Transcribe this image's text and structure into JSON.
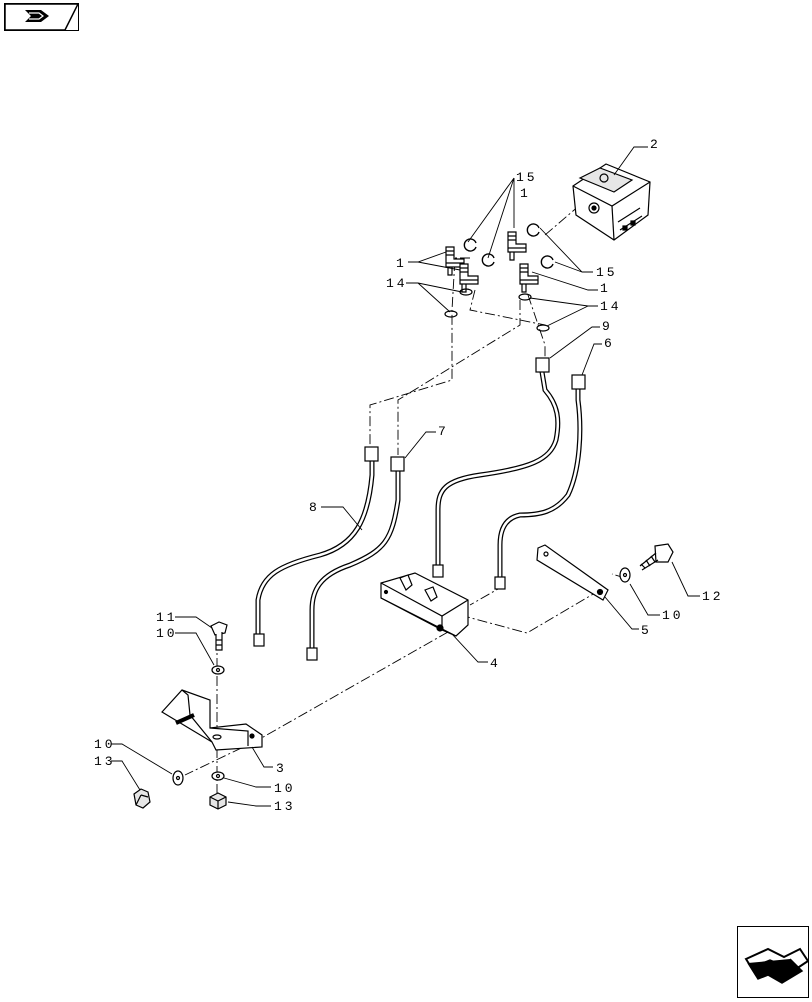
{
  "diagram": {
    "callouts": [
      {
        "label": "1"
      },
      {
        "label": "1"
      },
      {
        "label": "1"
      },
      {
        "label": "1"
      },
      {
        "label": "2"
      },
      {
        "label": "3"
      },
      {
        "label": "4"
      },
      {
        "label": "5"
      },
      {
        "label": "6"
      },
      {
        "label": "7"
      },
      {
        "label": "8"
      },
      {
        "label": "9"
      },
      {
        "label": "10"
      },
      {
        "label": "10"
      },
      {
        "label": "10"
      },
      {
        "label": "10"
      },
      {
        "label": "11"
      },
      {
        "label": "12"
      },
      {
        "label": "13"
      },
      {
        "label": "13"
      },
      {
        "label": "14"
      },
      {
        "label": "14"
      },
      {
        "label": "15"
      },
      {
        "label": "15"
      }
    ]
  },
  "navigation": {
    "back_icon": "back-arrow-icon",
    "next_icon": "next-arrow-icon"
  },
  "colors": {
    "line": "#000000",
    "background": "#ffffff",
    "part_fill": "#e6e6e6"
  }
}
